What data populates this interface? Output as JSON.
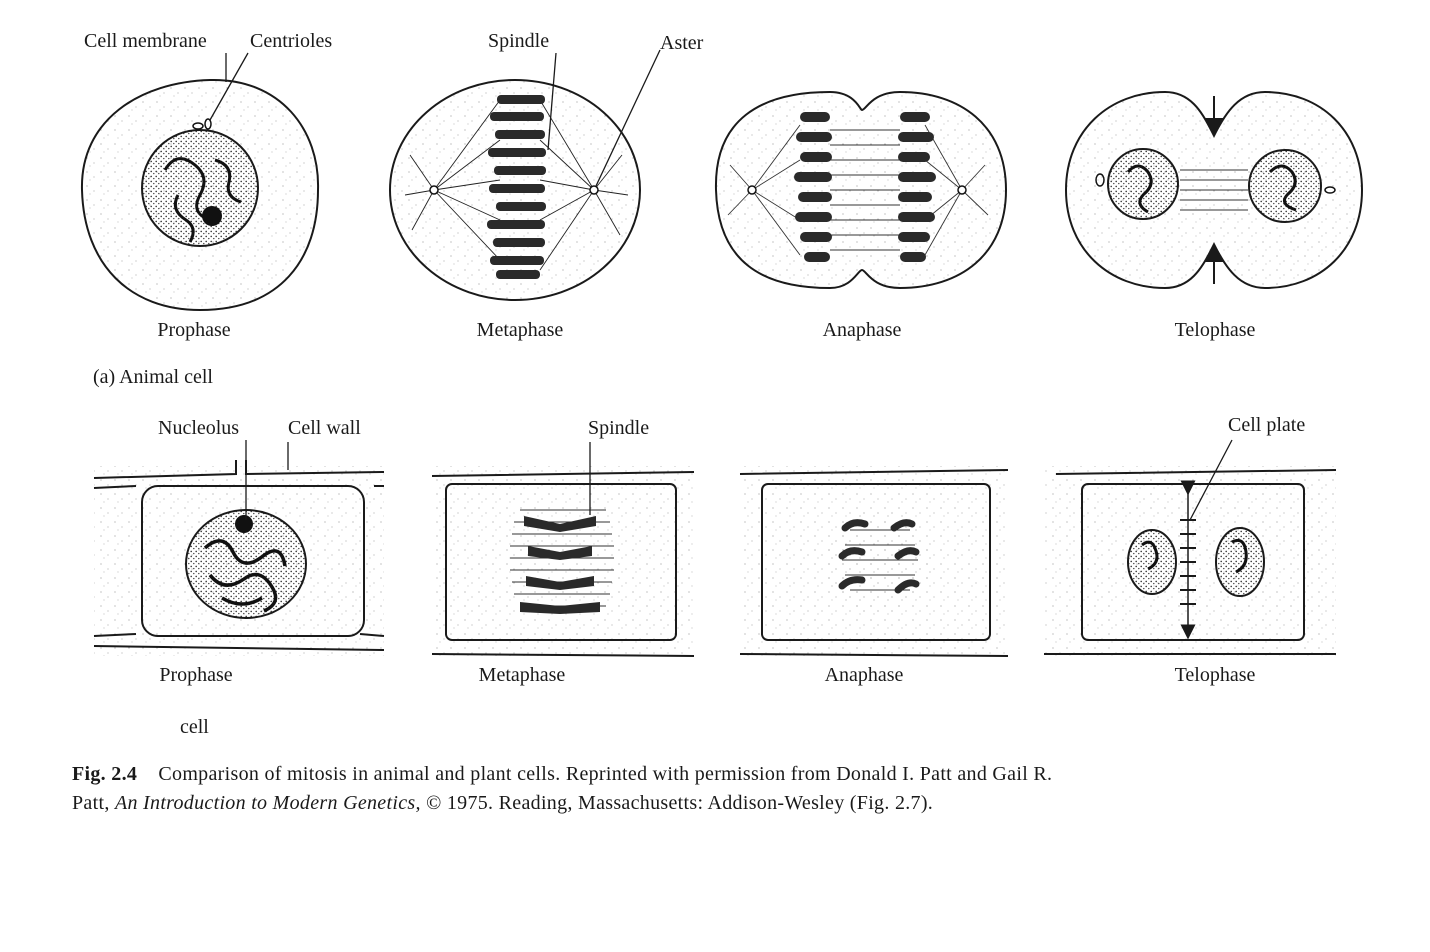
{
  "labels": {
    "cell_membrane": "Cell membrane",
    "centrioles": "Centrioles",
    "spindle_animal": "Spindle",
    "aster": "Aster",
    "animal_cell": "(a) Animal cell",
    "nucleolus": "Nucleolus",
    "cell_wall": "Cell wall",
    "spindle_plant": "Spindle",
    "cell_plate": "Cell plate",
    "plant_cell": "cell"
  },
  "phases_animal": [
    "Prophase",
    "Metaphase",
    "Anaphase",
    "Telophase"
  ],
  "phases_plant": [
    "Prophase",
    "Metaphase",
    "Anaphase",
    "Telophase"
  ],
  "caption": {
    "fig_label": "Fig. 2.4",
    "text_before_title": "Comparison of mitosis in animal and plant cells. Reprinted with permission from Donald I. Patt and Gail R. Patt,",
    "book_title": "An Introduction to Modern Genetics,",
    "text_after_title": "© 1975. Reading, Massachusetts: Addison-Wesley (Fig. 2.7)."
  }
}
